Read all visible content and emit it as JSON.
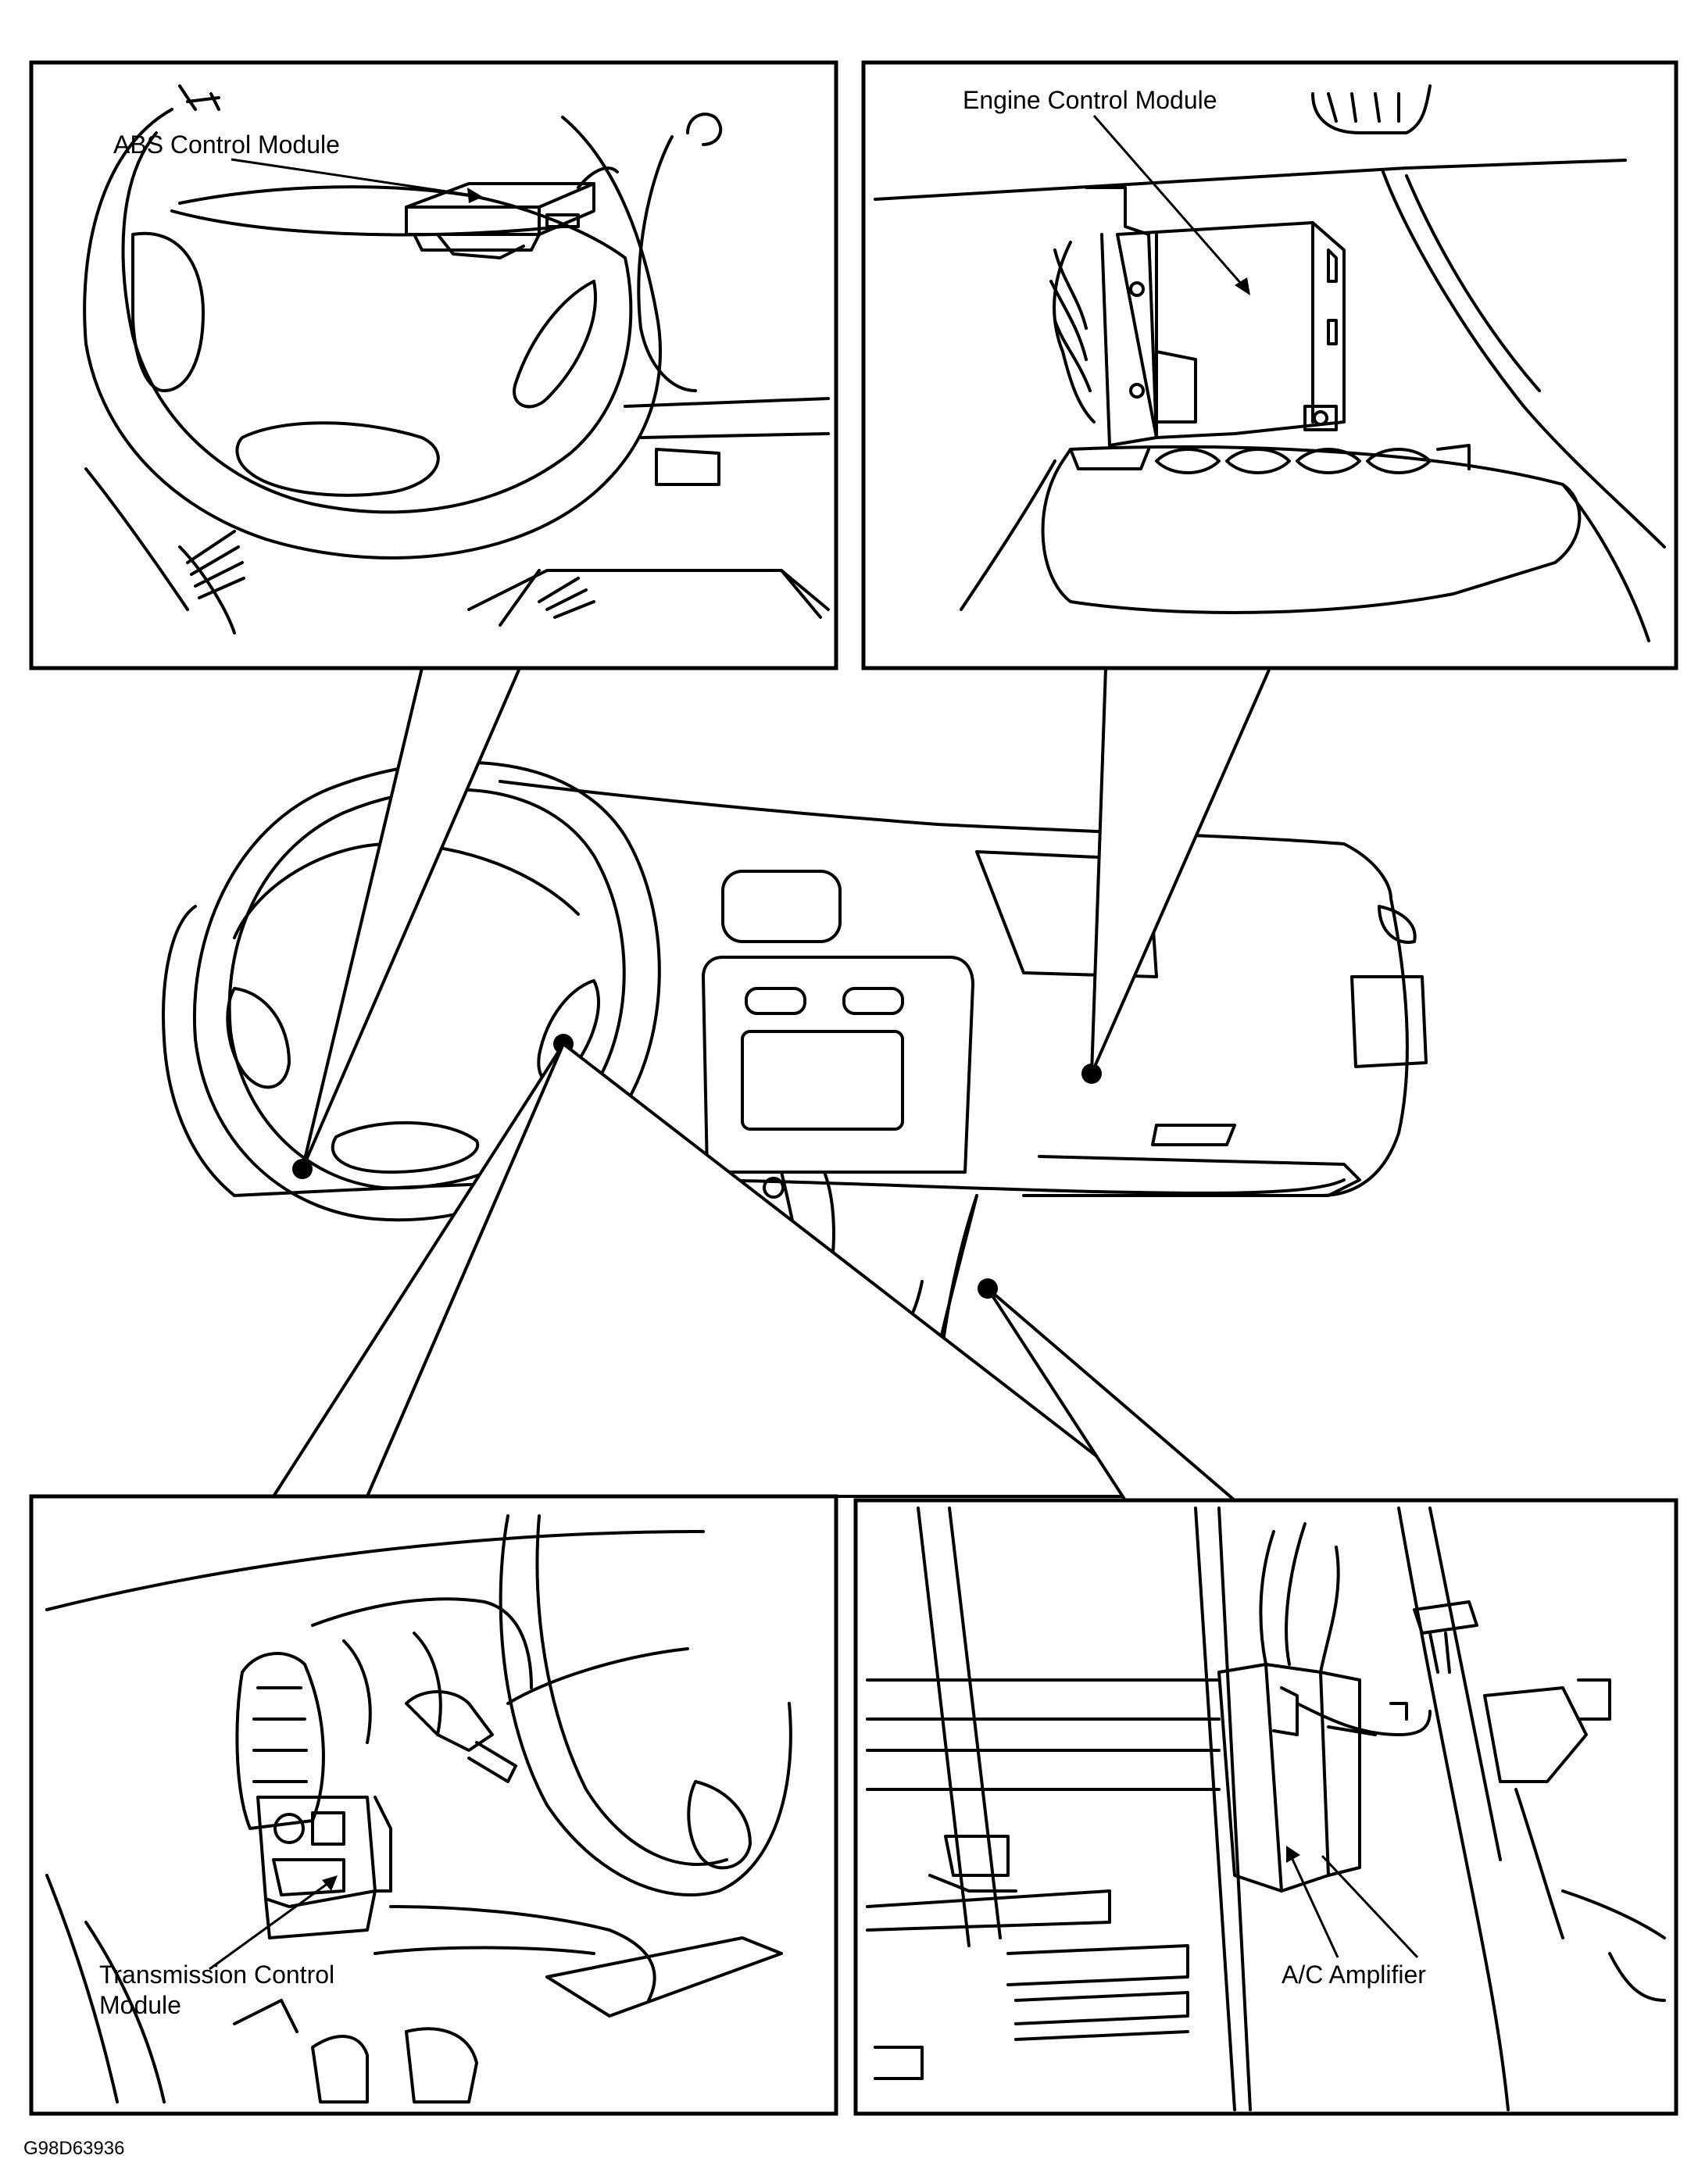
{
  "labels": {
    "abs": "ABS Control Module",
    "ecm": "Engine Control Module",
    "tcm_line1": "Transmission Control",
    "tcm_line2": "Module",
    "ac": "A/C Amplifier"
  },
  "figure_code": "G98D63936",
  "colors": {
    "ink": "#000000",
    "paper": "#ffffff"
  }
}
